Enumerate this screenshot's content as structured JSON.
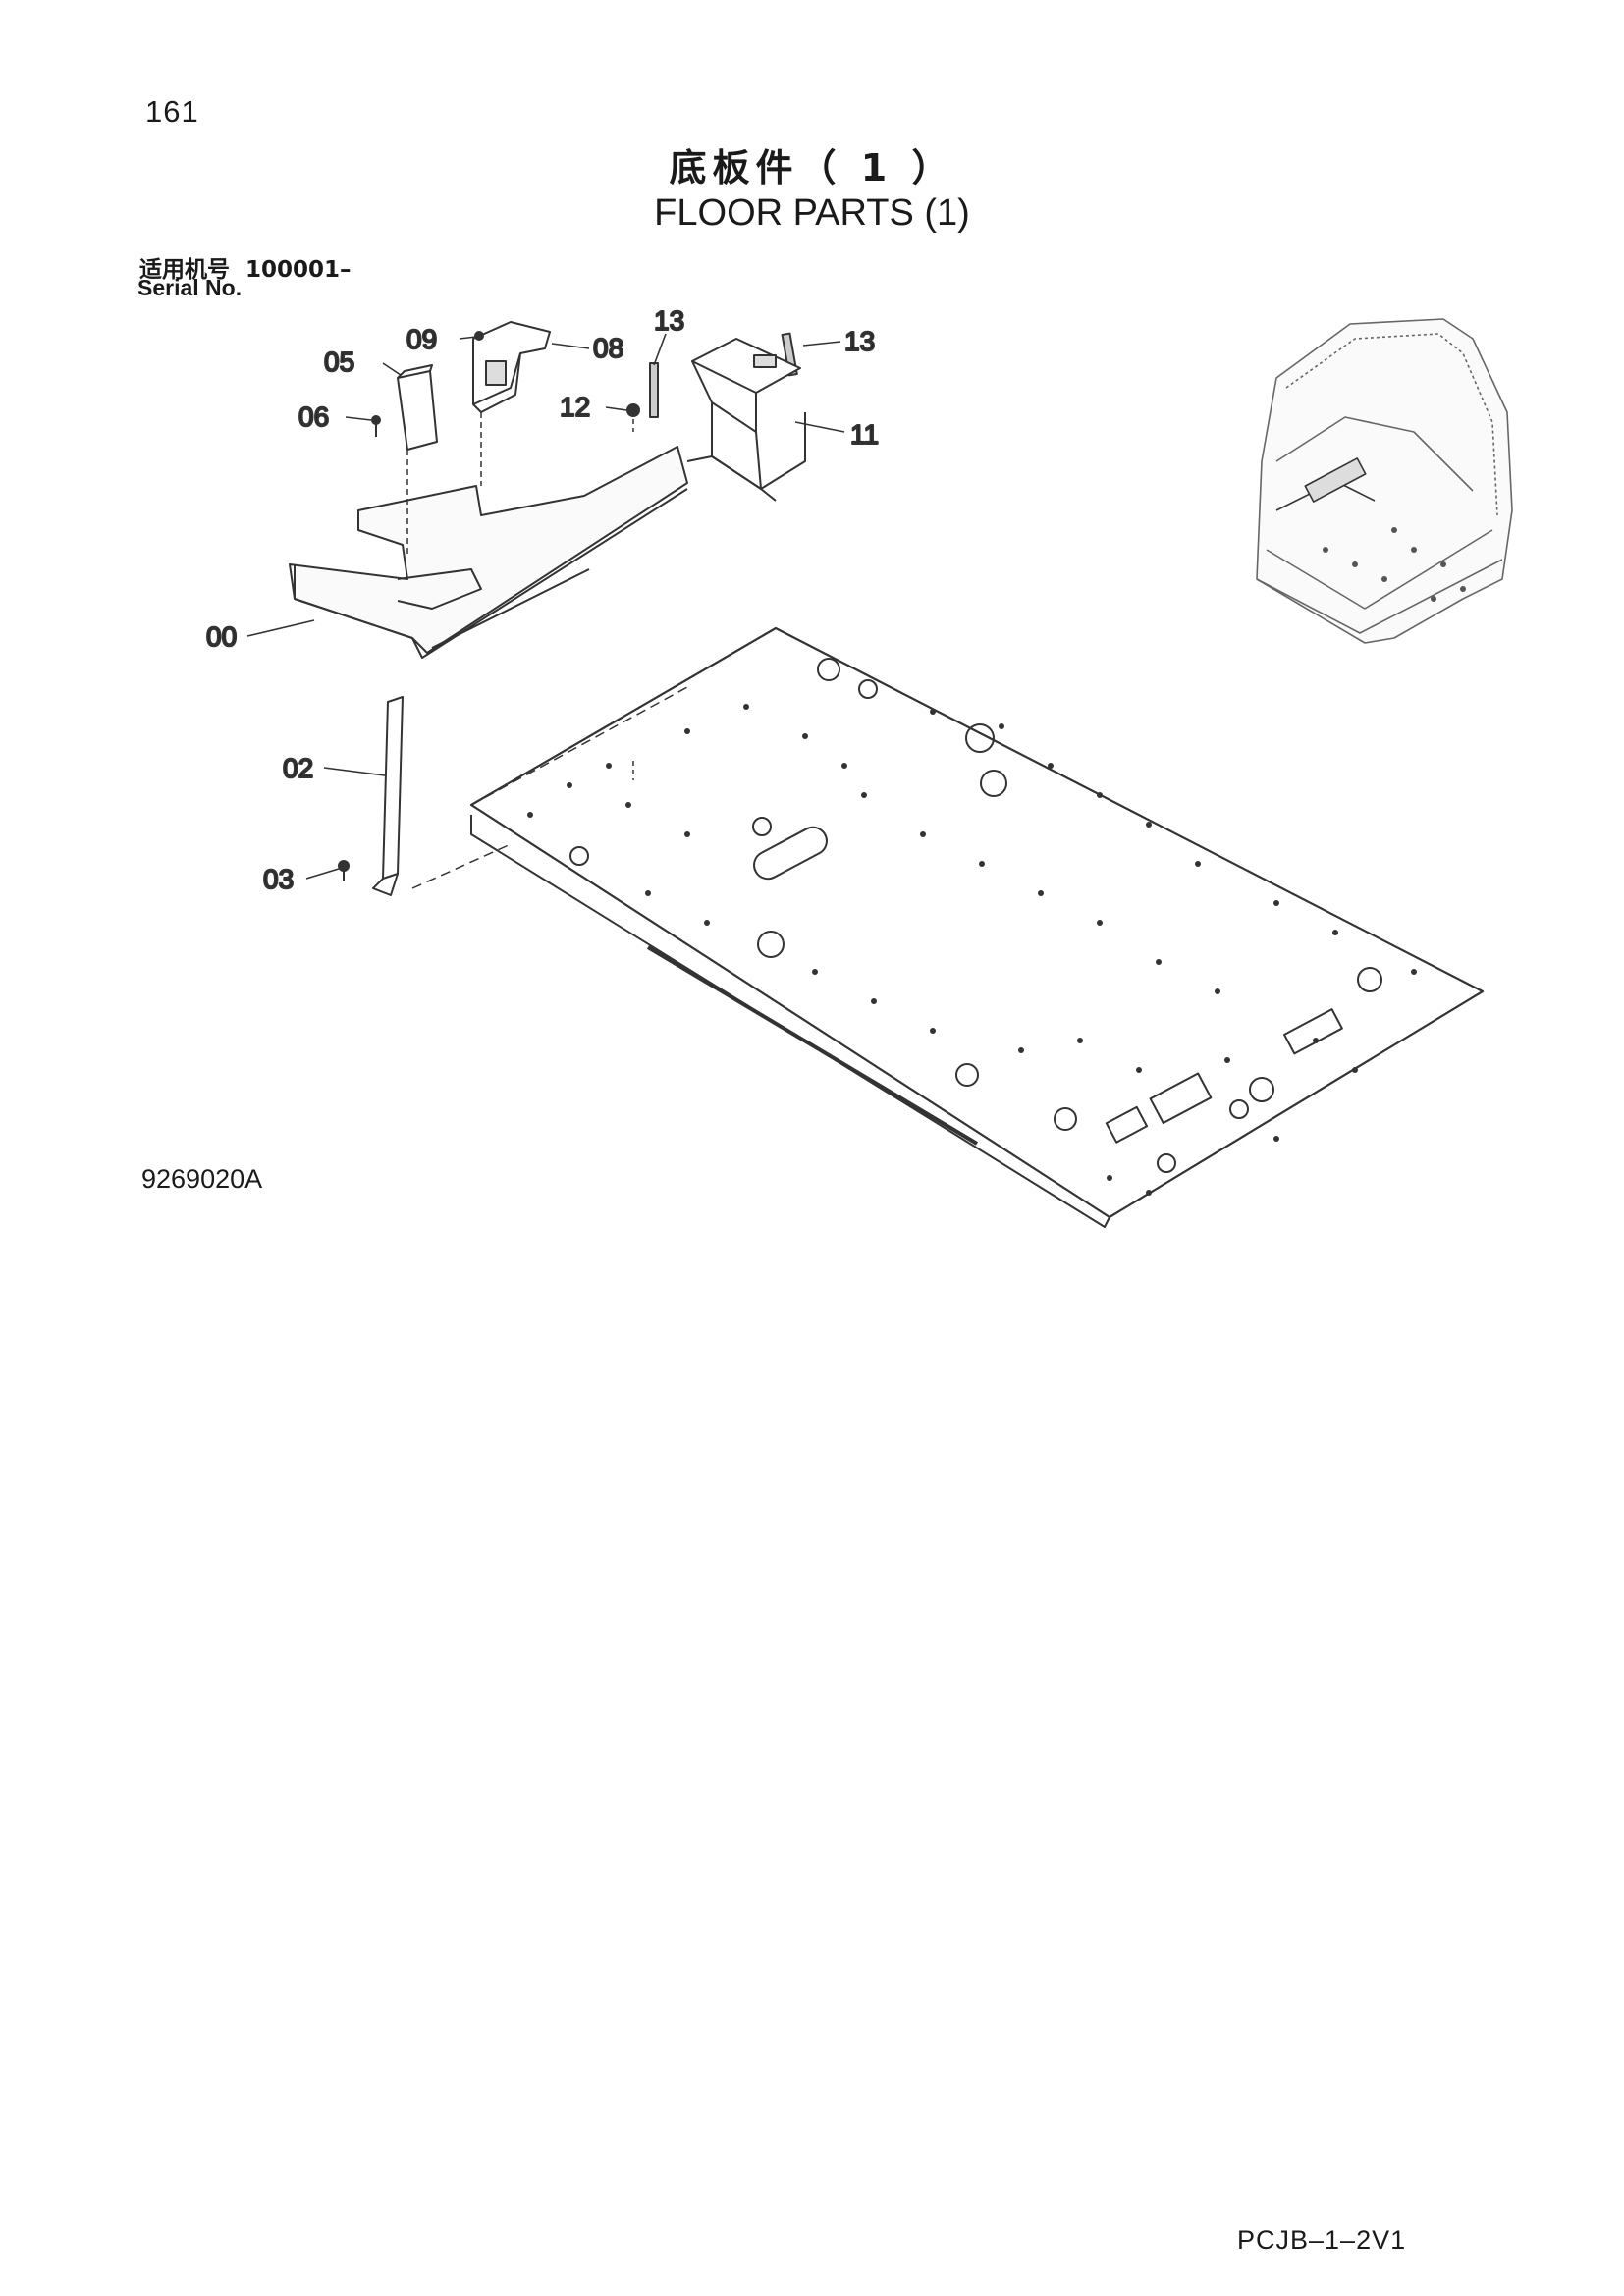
{
  "header": {
    "page_number": "161",
    "title_cn": "底板件（ 1 ）",
    "title_en": "FLOOR PARTS (1)",
    "serial_label_cn": "适用机号",
    "serial_value": "100001–",
    "serial_label_en": "Serial No."
  },
  "callouts": {
    "c05": "05",
    "c09": "09",
    "c08": "08",
    "c13a": "13",
    "c13b": "13",
    "c06": "06",
    "c12": "12",
    "c11": "11",
    "c00": "00",
    "c02": "02",
    "c03": "03"
  },
  "footer": {
    "drawing_number": "9269020A",
    "document_code": "PCJB–1–2V1"
  }
}
